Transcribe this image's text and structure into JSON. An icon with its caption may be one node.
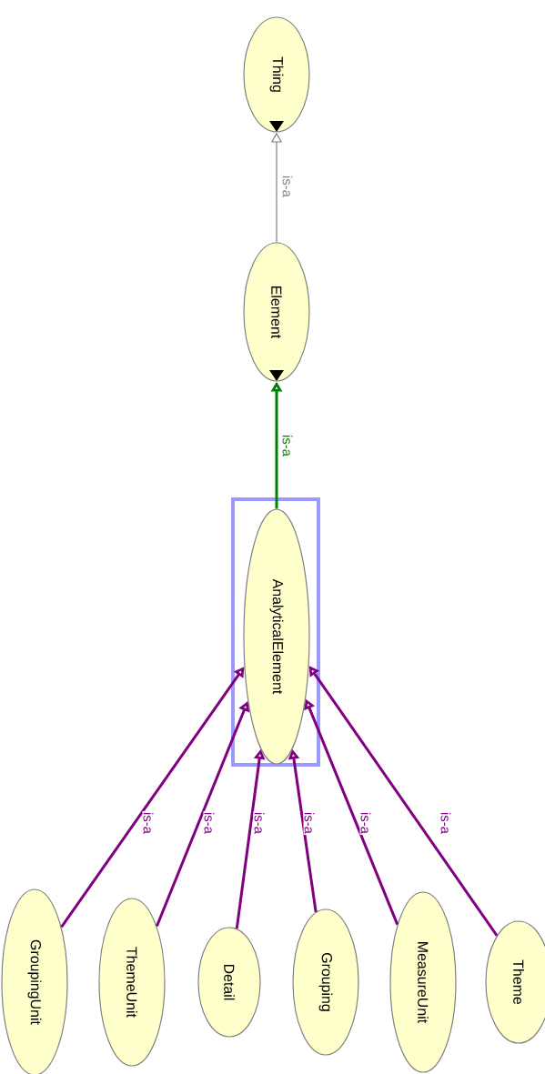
{
  "diagram": {
    "nodes": [
      {
        "text": [
          "Thing"
        ]
      },
      {
        "text": [
          "Element"
        ]
      },
      {
        "text": [
          "AnalyticalElement"
        ]
      },
      {
        "text": [
          "GroupingUnit"
        ]
      },
      {
        "text": [
          "ThemeUnit"
        ]
      },
      {
        "text": [
          "Detail"
        ]
      },
      {
        "text": [
          "Grouping"
        ]
      },
      {
        "text": [
          "MeasureUnit"
        ]
      },
      {
        "text": [
          "Theme"
        ]
      }
    ],
    "edges": [
      {
        "from": 1,
        "to": 0,
        "arrow": "to",
        "label": "is-a",
        "color": "#808080"
      },
      {
        "from": 2,
        "to": 1,
        "arrow": "to",
        "label": "is-a",
        "color": "#008000"
      },
      {
        "from": 3,
        "to": 2,
        "arrow": "to",
        "label": "is-a"
      },
      {
        "from": 4,
        "to": 2,
        "arrow": "to",
        "label": "is-a"
      },
      {
        "from": 5,
        "to": 2,
        "arrow": "to",
        "label": "is-a"
      },
      {
        "from": 6,
        "to": 2,
        "arrow": "to",
        "label": "is-a"
      },
      {
        "from": 7,
        "to": 2,
        "arrow": "to",
        "label": "is-a"
      },
      {
        "from": 8,
        "to": 2,
        "arrow": "to",
        "label": "is-a"
      }
    ]
  }
}
